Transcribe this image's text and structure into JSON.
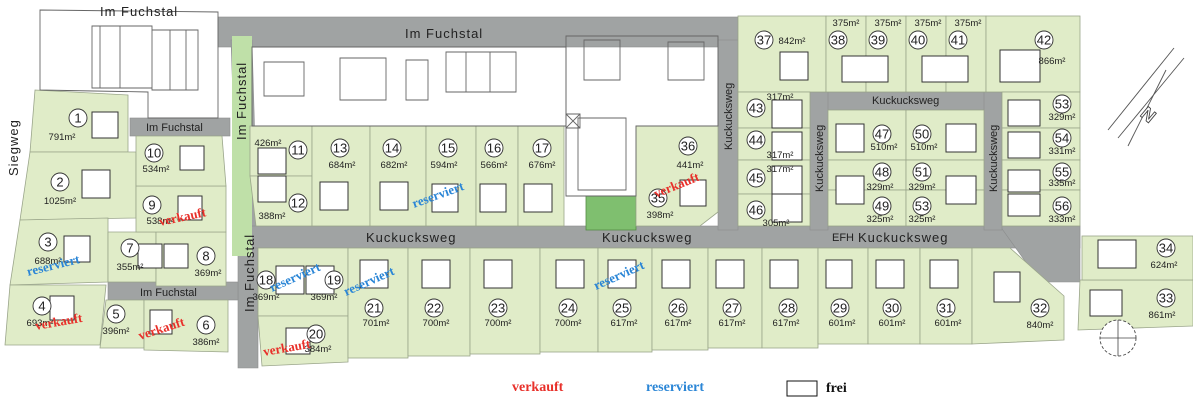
{
  "streets": {
    "im_fuchstal": "Im Fuchstal",
    "kuckucksweg": "Kuckucksweg",
    "siegweg": "Siegweg",
    "efh": "EFH"
  },
  "lots": [
    {
      "n": "1",
      "area": "791m²"
    },
    {
      "n": "2",
      "area": "1025m²"
    },
    {
      "n": "3",
      "area": "688m²"
    },
    {
      "n": "4",
      "area": "693m²"
    },
    {
      "n": "5",
      "area": "396m²"
    },
    {
      "n": "6",
      "area": "386m²"
    },
    {
      "n": "7",
      "area": "355m²"
    },
    {
      "n": "8",
      "area": "369m²"
    },
    {
      "n": "9",
      "area": "538m²"
    },
    {
      "n": "10",
      "area": "534m²"
    },
    {
      "n": "11",
      "area": "426m²"
    },
    {
      "n": "12",
      "area": "388m²"
    },
    {
      "n": "13",
      "area": "684m²"
    },
    {
      "n": "14",
      "area": "682m²"
    },
    {
      "n": "15",
      "area": "594m²"
    },
    {
      "n": "16",
      "area": "566m²"
    },
    {
      "n": "17",
      "area": "676m²"
    },
    {
      "n": "18",
      "area": "369m²"
    },
    {
      "n": "19",
      "area": "369m²"
    },
    {
      "n": "20",
      "area": "384m²"
    },
    {
      "n": "21",
      "area": "701m²"
    },
    {
      "n": "22",
      "area": "700m²"
    },
    {
      "n": "23",
      "area": "700m²"
    },
    {
      "n": "24",
      "area": "700m²"
    },
    {
      "n": "25",
      "area": "617m²"
    },
    {
      "n": "26",
      "area": "617m²"
    },
    {
      "n": "27",
      "area": "617m²"
    },
    {
      "n": "28",
      "area": "617m²"
    },
    {
      "n": "29",
      "area": "601m²"
    },
    {
      "n": "30",
      "area": "601m²"
    },
    {
      "n": "31",
      "area": "601m²"
    },
    {
      "n": "32",
      "area": "840m²"
    },
    {
      "n": "33",
      "area": "861m²"
    },
    {
      "n": "34",
      "area": "624m²"
    },
    {
      "n": "35",
      "area": "398m²"
    },
    {
      "n": "36",
      "area": "441m²"
    },
    {
      "n": "37",
      "area": "842m²"
    },
    {
      "n": "38",
      "area": "375m²"
    },
    {
      "n": "39",
      "area": "375m²"
    },
    {
      "n": "40",
      "area": "375m²"
    },
    {
      "n": "41",
      "area": "375m²"
    },
    {
      "n": "42",
      "area": "866m²"
    },
    {
      "n": "43",
      "area": "317m²"
    },
    {
      "n": "44",
      "area": "317m²"
    },
    {
      "n": "45",
      "area": "317m²"
    },
    {
      "n": "46",
      "area": "305m²"
    },
    {
      "n": "47",
      "area": "510m²"
    },
    {
      "n": "48",
      "area": "329m²"
    },
    {
      "n": "49",
      "area": "325m²"
    },
    {
      "n": "50",
      "area": "510m²"
    },
    {
      "n": "51",
      "area": "329m²"
    },
    {
      "n": "53",
      "area": "325m²"
    },
    {
      "n": "53",
      "area": "329m²"
    },
    {
      "n": "54",
      "area": "331m²"
    },
    {
      "n": "55",
      "area": "335m²"
    },
    {
      "n": "56",
      "area": "333m²"
    }
  ],
  "stamps": {
    "verkauft": "verkauft",
    "reserviert": "reserviert"
  },
  "legend": {
    "sold": "verkauft",
    "reserved": "reserviert",
    "free": "frei"
  },
  "north": "N",
  "colors": {
    "lot": "#e0ecc8",
    "road": "#a0a3a3",
    "sold": "#e8302a",
    "reserved": "#2b86d6",
    "green_strip": "#7fbf6f"
  }
}
